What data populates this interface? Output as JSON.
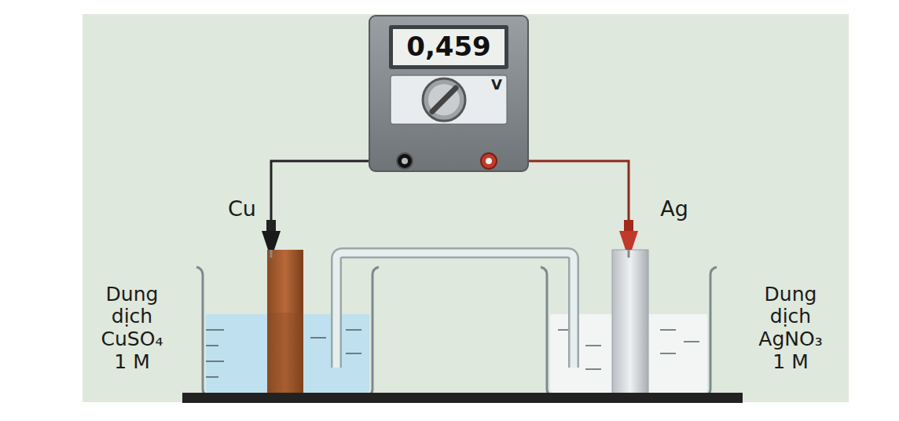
{
  "diagram": {
    "labels": [
      "0,459",
      "V",
      "Cu",
      "Ag",
      "Dung dịch CuSO₄ 1 M",
      "Dung dịch AgNO₃ 1 M"
    ]
  }
}
